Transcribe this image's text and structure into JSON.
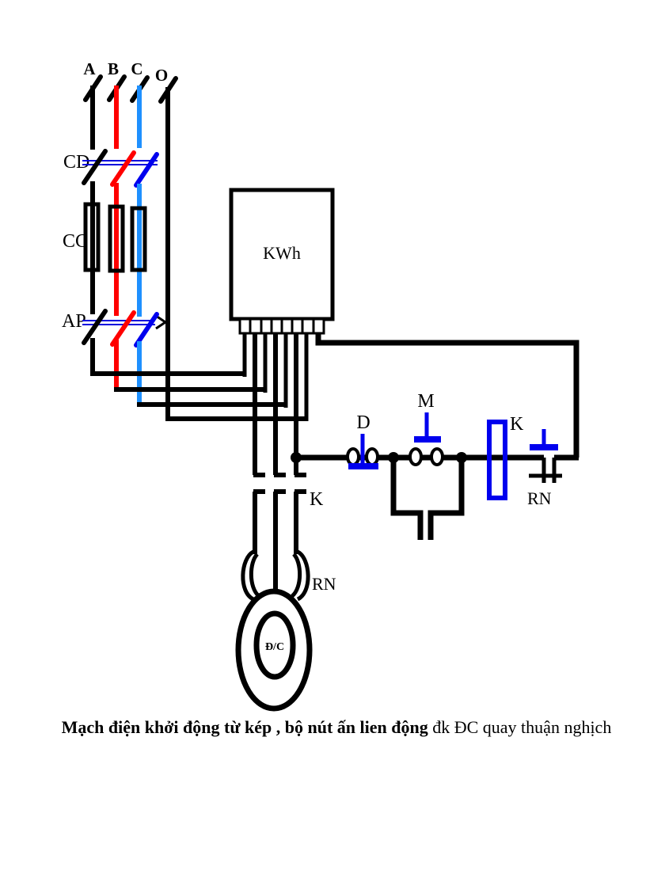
{
  "caption": {
    "bold": "Mạch điện khởi động từ kép , bộ nút ấn lien động",
    "regular": " đk ĐC quay thuận nghịch"
  },
  "phases": {
    "a": "A",
    "b": "B",
    "c": "C",
    "o": "O"
  },
  "components": {
    "disconnect": "CD",
    "fuses": "CC",
    "breaker": "AP",
    "meter": "KWh",
    "stop_button": "D",
    "start_button": "M",
    "coil": "K",
    "main_contacts": "K",
    "control_thermal_contact": "RN",
    "motor_thermal_relay": "RN",
    "motor": "Đ/C"
  },
  "colors": {
    "phase_b_red": "#ff0000",
    "phase_c_blue": "#1e90ff",
    "control_blue": "#0000ee",
    "linkage_blue": "#0000dd",
    "label_red": "#ff0000",
    "wire_black": "#000000"
  }
}
